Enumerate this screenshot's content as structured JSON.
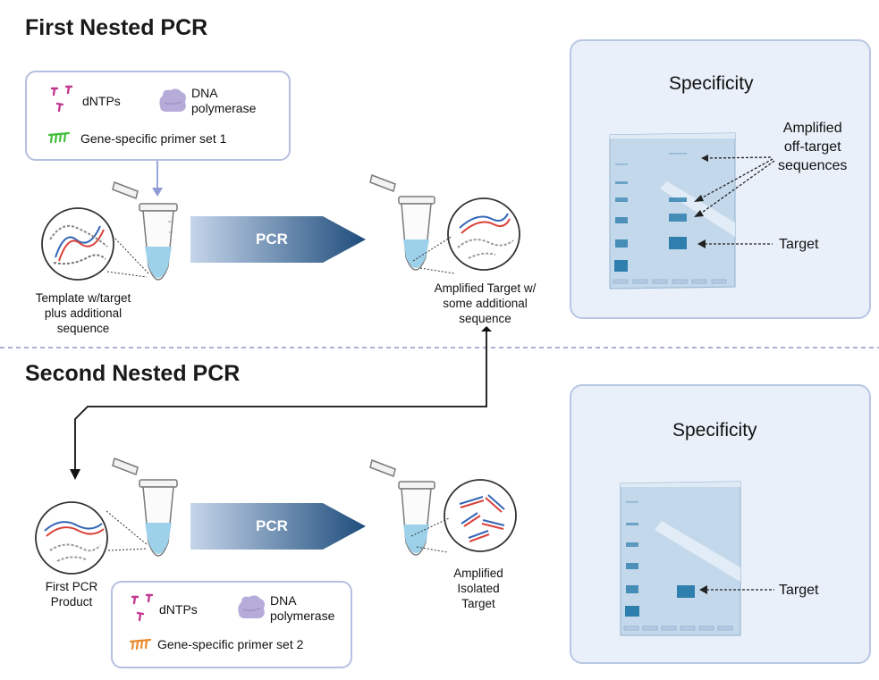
{
  "first": {
    "title": "First Nested PCR",
    "reagents": {
      "dntps": "dNTPs",
      "polymerase": "DNA\npolymerase",
      "primer": "Gene-specific primer set 1"
    },
    "template_caption": "Template w/target\nplus additional\nsequence",
    "pcr_label": "PCR",
    "amplified_caption": "Amplified Target w/\nsome additional\nsequence",
    "panel": {
      "title": "Specificity",
      "offtarget_label": "Amplified\noff-target\nsequences",
      "target_label": "Target"
    }
  },
  "second": {
    "title": "Second Nested PCR",
    "reagents": {
      "dntps": "dNTPs",
      "polymerase": "DNA\npolymerase",
      "primer": "Gene-specific primer set 2"
    },
    "input_caption": "First PCR\nProduct",
    "pcr_label": "PCR",
    "output_caption": "Amplified\nIsolated\nTarget",
    "panel": {
      "title": "Specificity",
      "target_label": "Target"
    }
  },
  "colors": {
    "dntp": "#c2398f",
    "polymerase": "#b6acd9",
    "primer1": "#3fbf3a",
    "primer2": "#e98a2a",
    "box_border": "#b7bfe0",
    "panel_bg": "#e9f0f9",
    "band": "#2f7fae",
    "arrow_start": "#c5d5ea",
    "arrow_end": "#1f4d7c"
  },
  "icons": [
    "dntp-icon",
    "polymerase-icon",
    "primer-icon",
    "tube-icon",
    "dna-strands-icon",
    "gel-icon"
  ]
}
